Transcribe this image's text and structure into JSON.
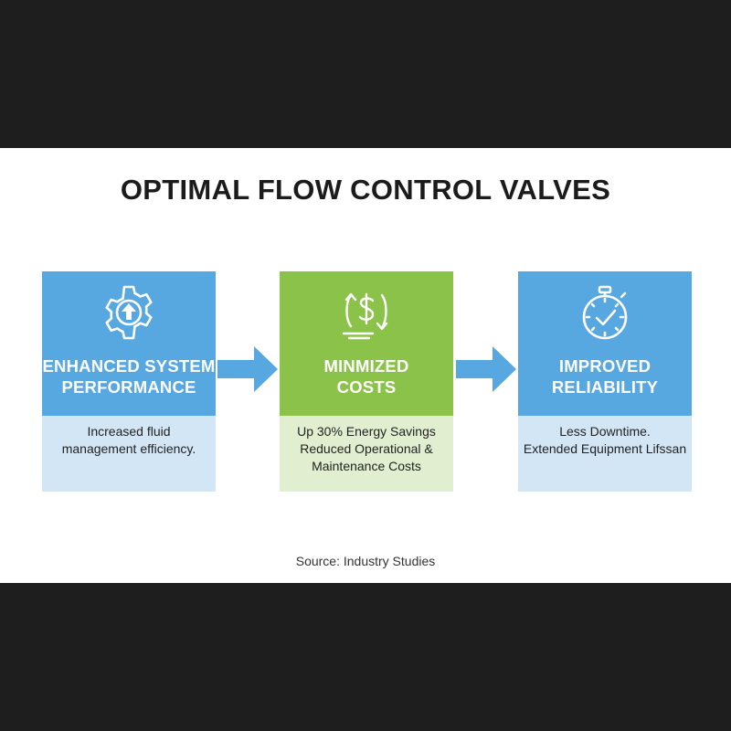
{
  "title": "OPTIMAL FLOW CONTROL VALVES",
  "cards": [
    {
      "icon": "gear-up-arrow-icon",
      "heading": "ENHANCED SYSTEM\nPERFORMANCE",
      "description": "Increased fluid\nmanagement efficiency.",
      "color": "#57a7e1",
      "light_color": "#d3e6f5"
    },
    {
      "icon": "dollar-cycle-icon",
      "heading": "MINMIZED\nCOSTS",
      "description": "Up 30% Energy Savings\nReduced Operational &\nMaintenance Costs",
      "color": "#8bc34a",
      "light_color": "#e1efd0"
    },
    {
      "icon": "stopwatch-check-icon",
      "heading": "IMPROVED\nRELIABILITY",
      "description": "Less Downtime.\nExtended Equipment Lifssan",
      "color": "#57a7e1",
      "light_color": "#d3e6f5"
    }
  ],
  "arrow_color": "#57a7e1",
  "source": "Source: Industry Studies"
}
